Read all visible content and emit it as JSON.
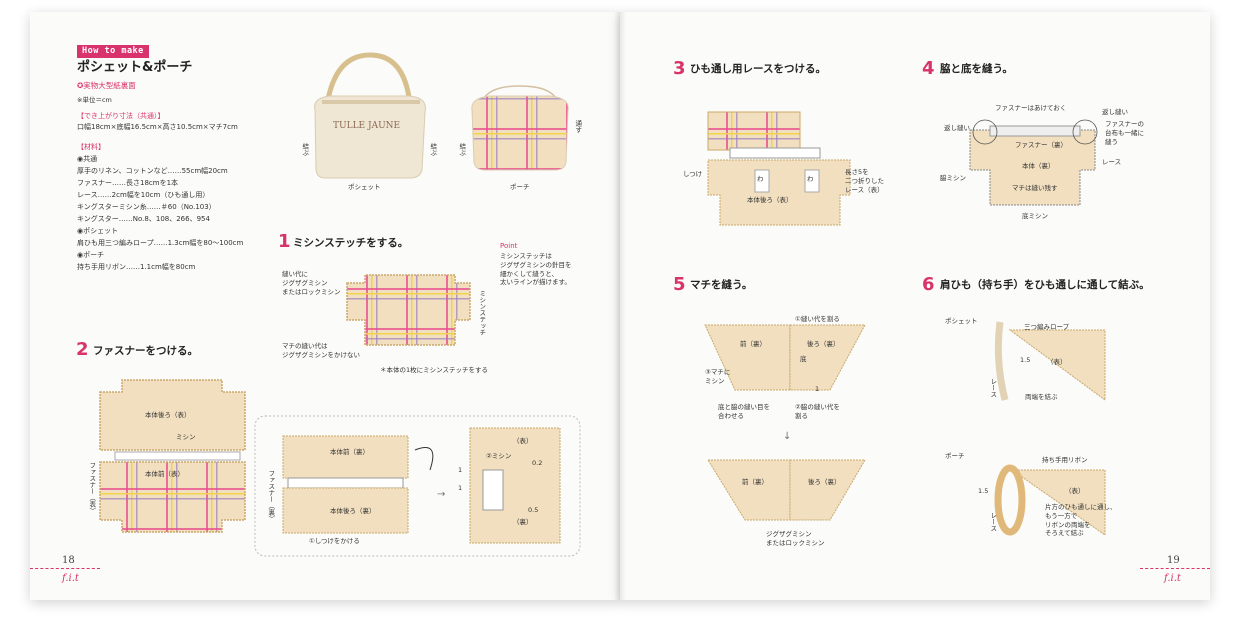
{
  "left_page": {
    "badge": "How to make",
    "title": "ポシェット&ポーチ",
    "pattern_note": "✪実物大型紙裏面",
    "unit": "※単位＝cm",
    "size_head": "【でき上がり寸法（共通）】",
    "size_text": "口幅18cm×底幅16.5cm×高さ10.5cm×マチ7cm",
    "materials_head": "【材料】",
    "materials_lines": [
      "◉共通",
      "厚手のリネン、コットンなど……55cm幅20cm",
      "ファスナー……長さ18cmを1本",
      "レース……2cm幅を10cm（ひも通し用）",
      "キングスターミシン糸……＃60（No.103）",
      "キングスター……No.8、108、266、954",
      "◉ポシェット",
      "肩ひも用三つ編みロープ……1.3cm幅を80～100cm",
      "◉ポーチ",
      "持ち手用リボン……1.1cm幅を80cm"
    ],
    "photo_caption_1": "ポシェット",
    "photo_caption_2": "ポーチ",
    "photo_label_musubu": "結ぶ",
    "photo_label_toosu": "通す",
    "bag_print": "TULLE JAUNE",
    "step1_num": "1",
    "step1_title": "ミシンステッチをする。",
    "step1_label_a": "縫い代に\nジグザグミシン\nまたはロックミシン",
    "step1_label_b": "マチの縫い代は\nジグザグミシンをかけない",
    "step1_label_side": "ミシンステッチ",
    "step1_note": "＊本体の1枚にミシンステッチをする",
    "point_head": "Point",
    "point_text": "ミシンステッチは\nジグザグミシンの針目を\n細かくして縫うと、\n太いラインが描けます。",
    "step2_num": "2",
    "step2_title": "ファスナーをつける。",
    "step2_label_back": "本体後ろ（表）",
    "step2_label_front": "本体前（表）",
    "step2_label_mishin": "ミシン",
    "step2_label_zip": "ファスナー（表）",
    "step2_label_front_ura": "本体前（裏）",
    "step2_label_back_ura": "本体後ろ（裏）",
    "step2_label_zip_ura": "ファスナー（裏）",
    "step2_label_shitsuke": "①しつけをかける",
    "step2_label_omote": "（表）",
    "step2_label_mishin2": "②ミシン",
    "step2_label_ura": "（裏）",
    "step2_num_02": "0.2",
    "step2_num_05": "0.5",
    "step2_num_1a": "1",
    "step2_num_1b": "1",
    "page_number": "18",
    "brand": "f.i.t"
  },
  "right_page": {
    "step3_num": "3",
    "step3_title": "ひも通し用レースをつける。",
    "step3_label_shitsuke": "しつけ",
    "step3_label_wa1": "わ",
    "step3_label_wa2": "わ",
    "step3_label_lace": "長さ5を\n二つ折りした\nレース（表）",
    "step3_label_body": "本体後ろ（表）",
    "step4_num": "4",
    "step4_title": "脇と底を縫う。",
    "step4_label_open": "ファスナーはあけておく",
    "step4_label_kaeshi_l": "返し縫い",
    "step4_label_kaeshi_r": "返し縫い",
    "step4_label_fabric": "ファスナーの\n台布も一緒に\n縫う",
    "step4_label_zip_ura": "ファスナー（裏）",
    "step4_label_body": "本体（裏）",
    "step4_label_lace": "レース",
    "step4_label_waki": "脇ミシン",
    "step4_label_machi": "マチは縫い残す",
    "step4_label_soko": "底ミシン",
    "step5_num": "5",
    "step5_title": "マチを縫う。",
    "step5_label_1": "①縫い代を割る",
    "step5_label_front": "前（裏）",
    "step5_label_back": "後ろ（裏）",
    "step5_label_soko": "底",
    "step5_label_3": "③マチに\nミシン",
    "step5_label_align": "底と脇の縫い目を\n合わせる",
    "step5_label_2": "②脇の縫い代を\n割る",
    "step5_label_one": "1",
    "step5_label_arrow": "↓",
    "step5_label_front2": "前（裏）",
    "step5_label_back2": "後ろ（裏）",
    "step5_label_zigzag": "ジグザグミシン\nまたはロックミシン",
    "step6_num": "6",
    "step6_title": "肩ひも（持ち手）をひも通しに通して結ぶ。",
    "step6_label_pochette": "ポシェット",
    "step6_label_rope": "三つ編みロープ",
    "step6_label_15a": "1.5",
    "step6_label_omote1": "（表）",
    "step6_label_lace1": "レース",
    "step6_label_tie": "両端を結ぶ",
    "step6_label_pouch": "ポーチ",
    "step6_label_ribbon": "持ち手用リボン",
    "step6_label_15b": "1.5",
    "step6_label_omote2": "（表）",
    "step6_label_lace2": "レース",
    "step6_label_pass": "片方のひも通しに通し、\nもう一方で\nリボンの両端を\nそろえて結ぶ",
    "page_number": "19",
    "brand": "f.i.t"
  },
  "colors": {
    "accent_pink": "#d8336c",
    "fabric": "#f1dfbf",
    "plaid_pink": "#e94f8e",
    "plaid_yellow": "#f2d44a",
    "plaid_purple": "#9b7fc1"
  }
}
